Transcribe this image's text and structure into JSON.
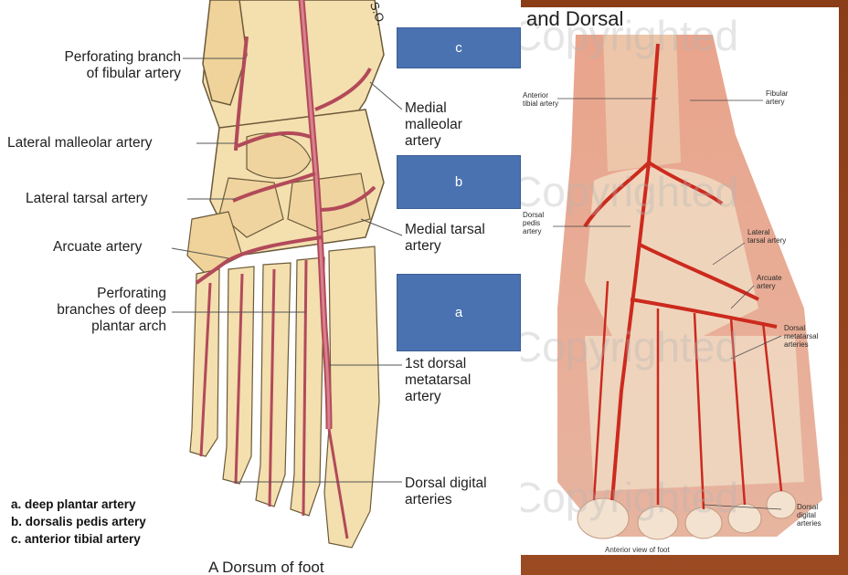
{
  "left": {
    "labels": {
      "perforating_fibular": "Perforating branch\nof fibular artery",
      "lateral_malleolar": "Lateral malleolar artery",
      "lateral_tarsal": "Lateral tarsal artery",
      "arcuate": "Arcuate artery",
      "perforating_plantar": "Perforating\nbranches of deep\nplantar arch",
      "medial_malleolar": "Medial\nmalleolar\nartery",
      "medial_tarsal": "Medial tarsal\nartery",
      "first_dorsal_metatarsal": "1st dorsal\nmetatarsal\nartery",
      "dorsal_digital": "Dorsal digital\narteries",
      "corner_mark": "S.O.",
      "bottom_caption": "A Dorsum of foot"
    },
    "boxes": {
      "c": "c",
      "b": "b",
      "a": "a"
    },
    "legend": [
      "a. deep plantar artery",
      "b. dorsalis pedis artery",
      "c. anterior tibial artery"
    ]
  },
  "right": {
    "title": "and Dorsal",
    "watermark": "Copyrighted",
    "labels": {
      "anterior_tibial": "Anterior\ntibial artery",
      "fibular": "Fibular\nartery",
      "dorsalis_pedis": "Dorsal\npedis\nartery",
      "lateral_tarsal": "Lateral\ntarsal artery",
      "arcuate": "Arcuate\nartery",
      "dorsal_metatarsal": "Dorsal\nmetatarsal\narteries",
      "dorsal_digital": "Dorsal\ndigital\narteries",
      "caption": "Anterior view of foot"
    }
  }
}
